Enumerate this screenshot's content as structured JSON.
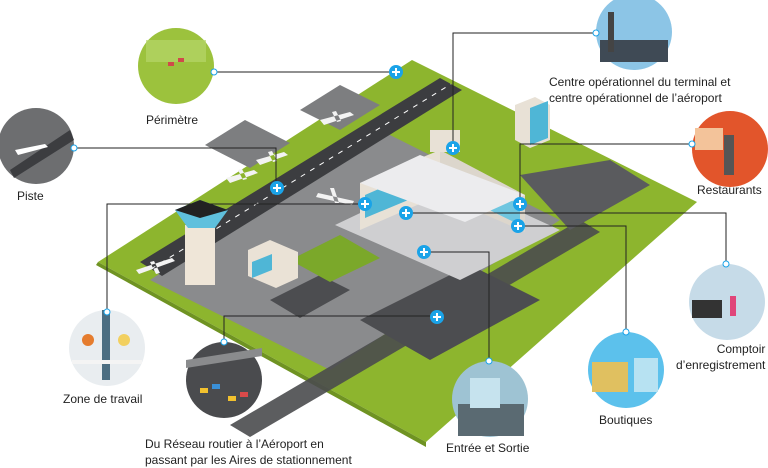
{
  "colors": {
    "grass": "#8db52e",
    "grass_light": "#a3c74a",
    "tarmac": "#7d7e80",
    "runway": "#3c3d40",
    "hotspot": "#1aa3e8",
    "line": "#222222",
    "terminal_wall": "#e8e1d6",
    "glass": "#4fb6d6"
  },
  "callouts": [
    {
      "id": "perimetre",
      "label": "Périmètre",
      "icon": "fence-field-icon",
      "bg": "#9cc23d"
    },
    {
      "id": "piste",
      "label": "Piste",
      "icon": "runway-planes-icon",
      "bg": "#6d6e70"
    },
    {
      "id": "centre",
      "label_lines": [
        "Centre opérationnel du terminal et",
        "centre opérationnel de l’aéroport"
      ],
      "icon": "control-room-icon",
      "bg": "#5a92b8"
    },
    {
      "id": "restaurants",
      "label": "Restaurants",
      "icon": "restaurant-counter-icon",
      "bg": "#e2552b"
    },
    {
      "id": "comptoir",
      "label_lines": [
        "Comptoir",
        "d’enregistrement"
      ],
      "icon": "checkin-desk-icon",
      "bg": "#b9c3cc"
    },
    {
      "id": "boutiques",
      "label": "Boutiques",
      "icon": "shop-shelves-icon",
      "bg": "#5cc1ec"
    },
    {
      "id": "entree",
      "label": "Entrée et Sortie",
      "icon": "entrance-doors-icon",
      "bg": "#8fb3c4"
    },
    {
      "id": "zone",
      "label": "Zone de travail",
      "icon": "workspace-icon",
      "bg": "#e9edf0"
    },
    {
      "id": "reseau",
      "label_lines": [
        "Du Réseau routier à l’Aéroport en",
        "passant par les Aires de stationnement"
      ],
      "icon": "parking-lot-icon",
      "bg": "#4a4b4e"
    }
  ],
  "hotspot_symbol": "+"
}
